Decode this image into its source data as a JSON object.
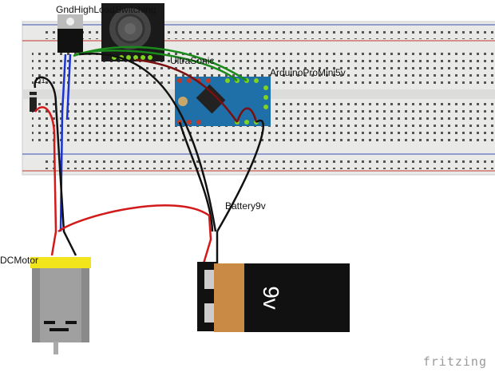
{
  "labels": {
    "switching": "GndHighLoadSwitching",
    "ultrasonic": "UltraSonic",
    "arduino": "ArduinoProMini5v",
    "diode": "D1",
    "battery": "Battery9v",
    "motor": "DCMotor",
    "battery_text": "9v"
  },
  "logo": "fritzing",
  "colors": {
    "breadboard": "#e8e8e6",
    "rail_blue": "#3b4fb0",
    "rail_red": "#c0392b",
    "wire_red": "#d31a1a",
    "wire_black": "#111111",
    "wire_green": "#1a8a1a",
    "wire_blue": "#1b34d0",
    "wire_darkred": "#7a1010",
    "arduino": "#1f6fa8",
    "battery_orange": "#c98a45",
    "motor_yellow": "#f2e51b"
  }
}
